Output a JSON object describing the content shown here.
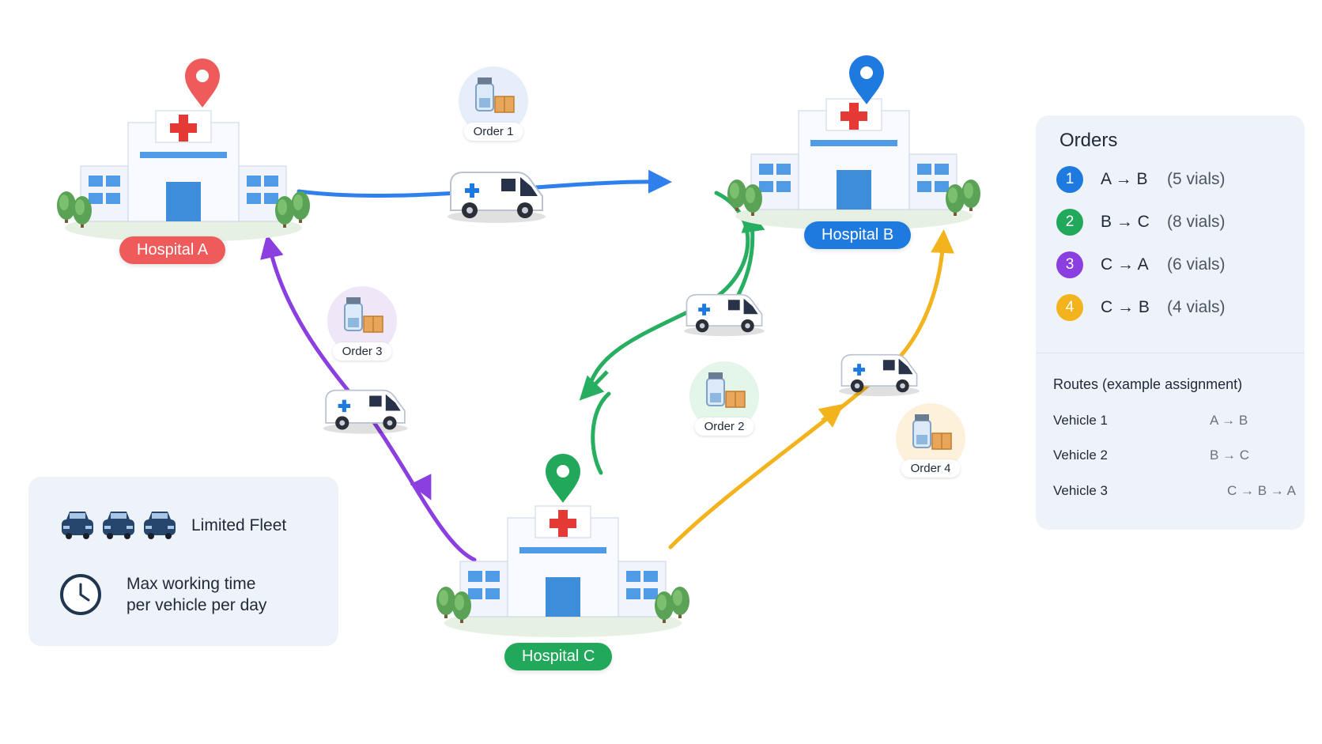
{
  "hospitals": {
    "a": {
      "label": "Hospital A",
      "color": "#ef5b5b"
    },
    "b": {
      "label": "Hospital B",
      "color": "#1f7ae0"
    },
    "c": {
      "label": "Hospital C",
      "color": "#22a85a"
    }
  },
  "order_badges": [
    {
      "label": "Order 1",
      "tint": "#e6eefb"
    },
    {
      "label": "Order 2",
      "tint": "#e4f5ea"
    },
    {
      "label": "Order 3",
      "tint": "#efe6f8"
    },
    {
      "label": "Order 4",
      "tint": "#fdf1dc"
    }
  ],
  "route_colors": {
    "blue": "#2f80ed",
    "green": "#27ae60",
    "purple": "#8b3fe0",
    "orange": "#f2b31d"
  },
  "orders_panel": {
    "title": "Orders",
    "orders": [
      {
        "number": "1",
        "route": "A → B",
        "quantity": "(5 vials)",
        "color": "#1f7ae0"
      },
      {
        "number": "2",
        "route": "B → C",
        "quantity": "(8 vials)",
        "color": "#22a85a"
      },
      {
        "number": "3",
        "route": "C → A",
        "quantity": "(6 vials)",
        "color": "#8b3fe0"
      },
      {
        "number": "4",
        "route": "C → B",
        "quantity": "(4 vials)",
        "color": "#f2b31d"
      }
    ],
    "routes_title": "Routes (example assignment)",
    "routes": [
      {
        "vehicle": "Vehicle 1",
        "path": "A → B"
      },
      {
        "vehicle": "Vehicle 2",
        "path": "B → C"
      },
      {
        "vehicle": "Vehicle 3",
        "path": "C → B → A"
      }
    ]
  },
  "fleet_panel": {
    "fleet_label": "Limited Fleet",
    "time_label_line1": "Max working time",
    "time_label_line2": "per vehicle per day"
  }
}
